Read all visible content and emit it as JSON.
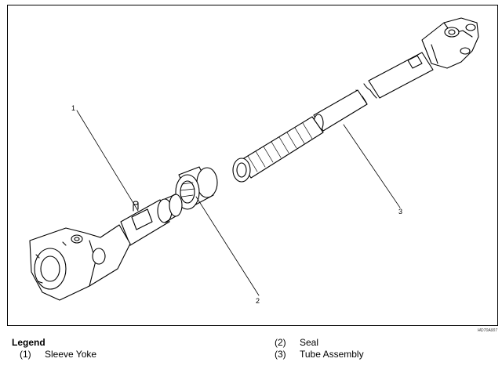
{
  "figure": {
    "code": "I4DT0A007",
    "callouts": [
      "1",
      "2",
      "3"
    ]
  },
  "legend": {
    "title": "Legend",
    "items": [
      {
        "num": "(1)",
        "label": "Sleeve Yoke"
      },
      {
        "num": "(2)",
        "label": "Seal"
      },
      {
        "num": "(3)",
        "label": "Tube Assembly"
      }
    ]
  }
}
